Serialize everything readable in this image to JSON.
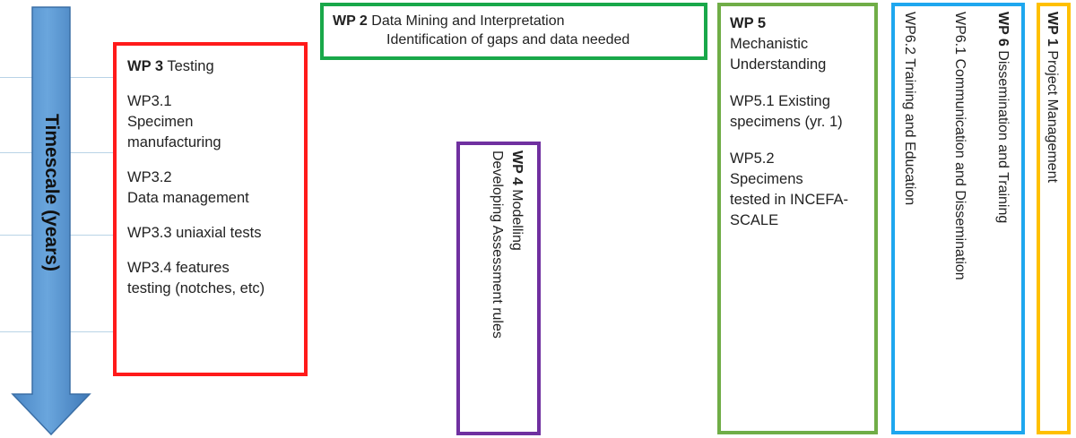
{
  "timescale": {
    "label": "Timescale (years)"
  },
  "wp3": {
    "id": "WP 3",
    "title": "Testing",
    "items": [
      "WP3.1",
      "Specimen",
      "manufacturing",
      "WP3.2",
      "Data management",
      "WP3.3 uniaxial tests",
      "WP3.4 features",
      "testing (notches, etc)"
    ]
  },
  "wp2": {
    "id": "WP 2",
    "title": "Data Mining and Interpretation",
    "line2": "Identification of gaps and data needed"
  },
  "wp4": {
    "id": "WP 4",
    "title": "Modelling",
    "line2": "Developing Assessment rules"
  },
  "wp5": {
    "id": "WP 5",
    "lines": [
      "Mechanistic",
      "Understanding",
      "WP5.1 Existing",
      "specimens (yr. 1)",
      "WP5.2",
      "Specimens",
      "tested in INCEFA-",
      "SCALE"
    ]
  },
  "wp6": {
    "id": "WP 6",
    "title": "Dissemination and Training",
    "sub1": "WP6.1 Communication and Dissemination",
    "sub2": "WP6.2 Training and Education"
  },
  "wp1": {
    "id": "WP 1",
    "title": "Project Management"
  },
  "colors": {
    "arrow": "#5b9bd5",
    "wp3": "#ff1a1a",
    "wp2": "#19a84a",
    "wp4": "#7030a0",
    "wp5": "#70ad47",
    "wp6": "#1ea7ef",
    "wp1": "#ffc000"
  }
}
